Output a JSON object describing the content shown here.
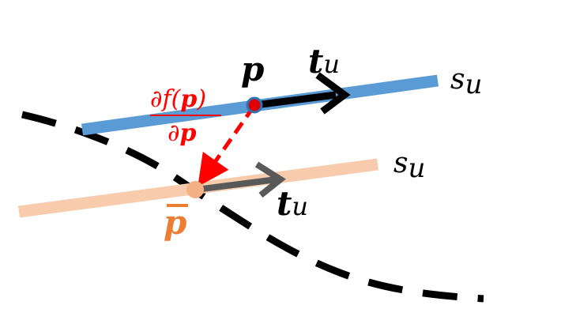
{
  "labels": {
    "point_p": "p",
    "tangent_upper": "t",
    "tangent_upper_sub": "u",
    "curve_upper": "s",
    "curve_upper_sub": "u",
    "gradient_num_left": "∂f(",
    "gradient_num_p": "p",
    "gradient_num_right": ")",
    "gradient_den_d": "∂",
    "gradient_den_p": "p",
    "curve_lower": "s",
    "curve_lower_sub": "u",
    "tangent_lower": "t",
    "tangent_lower_sub": "u",
    "point_pbar": "p"
  },
  "colors": {
    "upper_line": "#5b9bd5",
    "lower_line": "#f8cbad",
    "point_p": "#e00000",
    "point_pbar": "#f4b183",
    "pbar_label": "#ed7d31",
    "gradient": "#ff0000",
    "tangent_upper": "#000000",
    "tangent_lower": "#595959",
    "dashed_curve": "#000000",
    "text": "#000000"
  }
}
